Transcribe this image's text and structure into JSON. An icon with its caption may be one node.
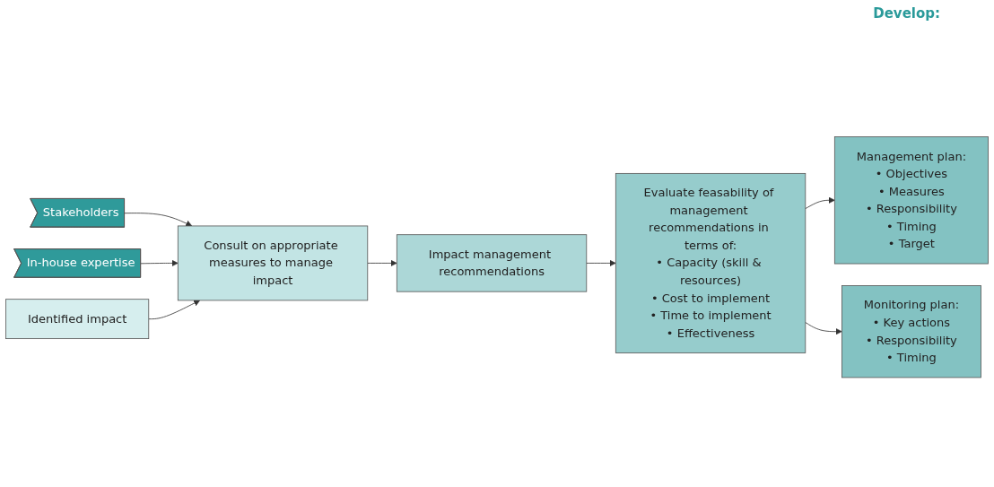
{
  "diagram": {
    "nodes": [
      {
        "text": [
          "Stakeholders"
        ]
      },
      {
        "text": [
          "In-house expertise"
        ]
      },
      {
        "text": [
          "Identified impact"
        ]
      },
      {
        "text": [
          "Consult on appropriate measures to manage impact"
        ]
      },
      {
        "text": [
          "Impact management recommendations"
        ]
      },
      {
        "text": [
          "Evaluate feasability of management recommendations in terms of:",
          "• Capacity (skill & resources)",
          "• Cost to implement",
          "• Time to implement",
          "• Effectiveness"
        ]
      },
      {
        "text": [
          "Management plan:",
          "• Objectives",
          "• Measures",
          "• Responsibility",
          "• Timing",
          "• Target"
        ]
      },
      {
        "text": [
          "Monitoring plan:",
          "• Key actions",
          "• Responsibility",
          "• Timing"
        ]
      }
    ],
    "edges": [
      {
        "from": 0,
        "to": 3,
        "arrow": "to"
      },
      {
        "from": 1,
        "to": 3,
        "arrow": "to"
      },
      {
        "from": 2,
        "to": 3,
        "arrow": "to"
      },
      {
        "from": 3,
        "to": 4,
        "arrow": "to"
      },
      {
        "from": 4,
        "to": 5,
        "arrow": "to"
      },
      {
        "from": 5,
        "to": 6,
        "arrow": "to"
      },
      {
        "from": 5,
        "to": 7,
        "arrow": "to"
      }
    ],
    "labels": [
      "Develop:"
    ]
  }
}
